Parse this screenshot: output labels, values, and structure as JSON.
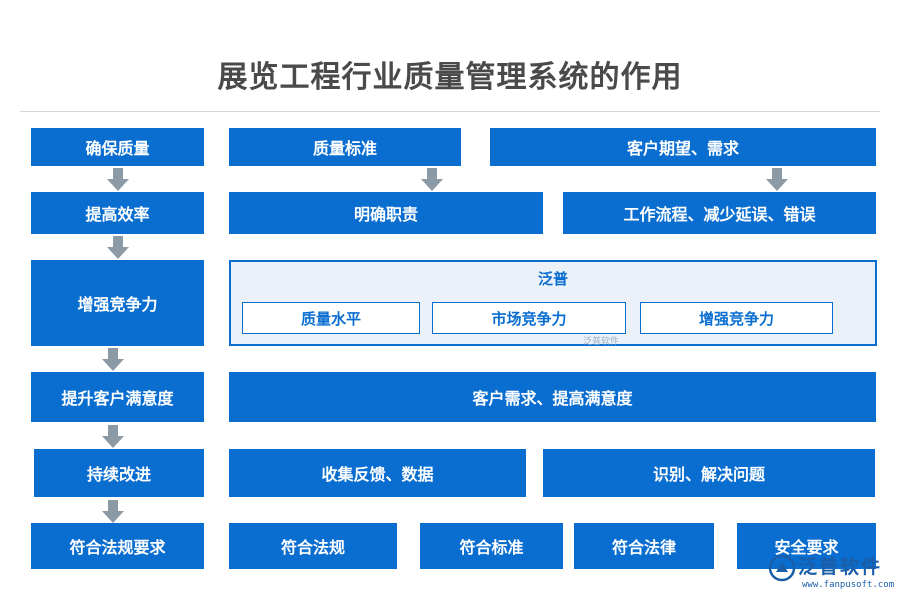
{
  "title": "展览工程行业质量管理系统的作用",
  "left_steps": [
    "确保质量",
    "提高效率",
    "增强竞争力",
    "提升客户满意度",
    "持续改进",
    "符合法规要求"
  ],
  "row1": {
    "a": "质量标准",
    "b": "客户期望、需求"
  },
  "row2": {
    "a": "明确职责",
    "b": "工作流程、减少延误、错误"
  },
  "row3": {
    "panel_title": "泛普",
    "items": [
      "质量水平",
      "市场竞争力",
      "增强竞争力"
    ]
  },
  "row4": {
    "a": "客户需求、提高满意度"
  },
  "row5": {
    "a": "收集反馈、数据",
    "b": "识别、解决问题"
  },
  "row6": {
    "items": [
      "符合法规",
      "符合标准",
      "符合法律",
      "安全要求"
    ]
  },
  "watermark": {
    "brand": "泛普软件",
    "url": "www.fanpusoft.com",
    "small": "泛普软件"
  },
  "colors": {
    "box_blue": "#0a6ed1",
    "arrow_gray": "#8c9aa6",
    "panel_bg": "#eaf1f8",
    "title_gray": "#4a4a4a"
  }
}
